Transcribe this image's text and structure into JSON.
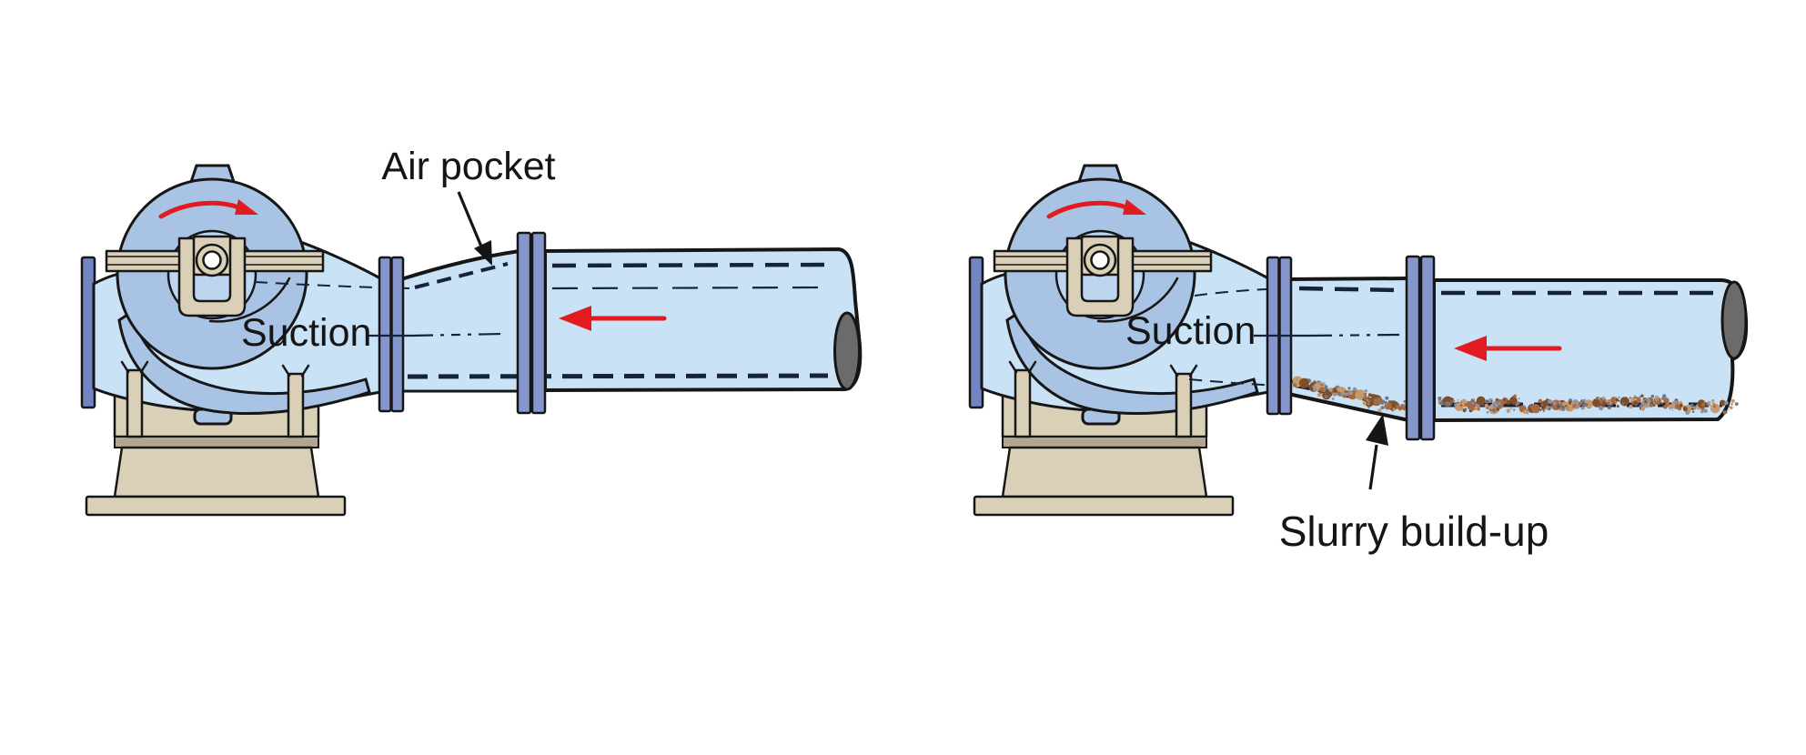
{
  "page": {
    "background": "#ffffff"
  },
  "colors": {
    "pipe_blue": "#c9e2f5",
    "volute_blue": "#a8c3e3",
    "inner_blue": "#bdd6ef",
    "flange_blue": "#8496cb",
    "discharge_flange_blue": "#7285c2",
    "tan": "#dad0b8",
    "tan_dark": "#b2a78e",
    "outline": "#161616",
    "dash_navy": "#16233d",
    "red": "#e11b1f",
    "pipe_end_gray": "#6b6b6b",
    "slurry_brown": "#a9693f",
    "slurry_brown_dark": "#7d4e2a",
    "slurry_brown_light": "#c79a6e",
    "slurry_gray": "#8a94a2",
    "slurry_gray_dark": "#6e7888",
    "text": "#151515"
  },
  "panels": [
    {
      "id": "air-pocket-panel",
      "suction_label": "Suction",
      "annotation_label": "Air pocket",
      "flow_direction": "left",
      "rotation_direction": "clockwise"
    },
    {
      "id": "slurry-panel",
      "suction_label": "Suction",
      "annotation_label": "Slurry build-up",
      "flow_direction": "left",
      "rotation_direction": "clockwise"
    }
  ]
}
